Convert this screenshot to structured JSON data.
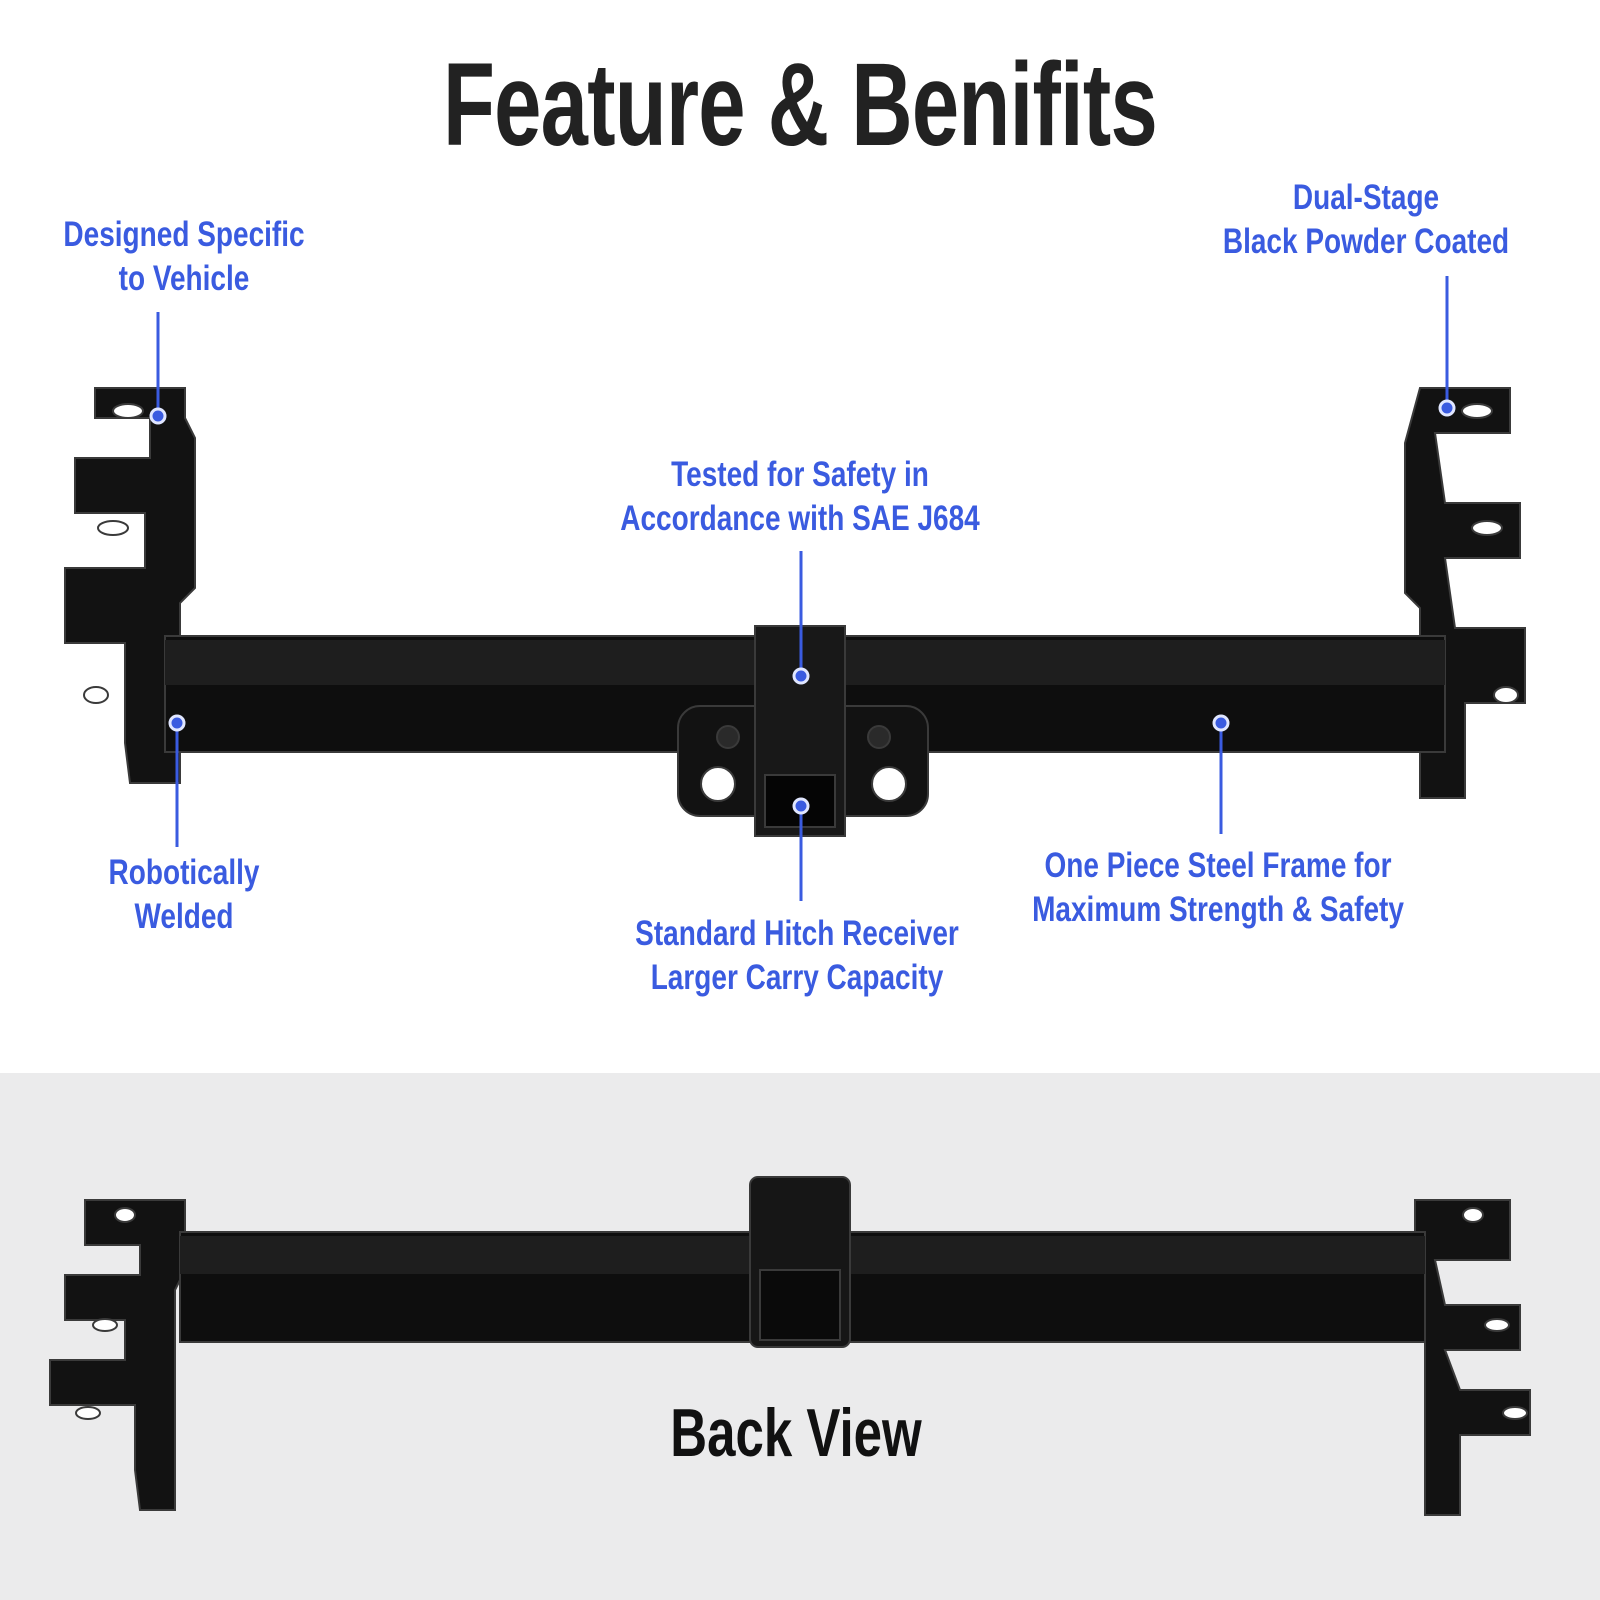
{
  "title": "Feature & Benifits",
  "callouts": {
    "designed": {
      "line1": "Designed Specific",
      "line2": "to Vehicle"
    },
    "powder": {
      "line1": "Dual-Stage",
      "line2": "Black Powder Coated"
    },
    "tested": {
      "line1": "Tested for Safety in",
      "line2": "Accordance with SAE J684"
    },
    "welded": {
      "line1": "Robotically",
      "line2": "Welded"
    },
    "receiver": {
      "line1": "Standard Hitch Receiver",
      "line2": "Larger Carry Capacity"
    },
    "frame": {
      "line1": "One Piece Steel Frame for",
      "line2": "Maximum Strength & Safety"
    }
  },
  "back_view_label": "Back View",
  "colors": {
    "accent": "#3a5be0",
    "metal": "#141414",
    "bottom_bg": "#ebebec"
  }
}
